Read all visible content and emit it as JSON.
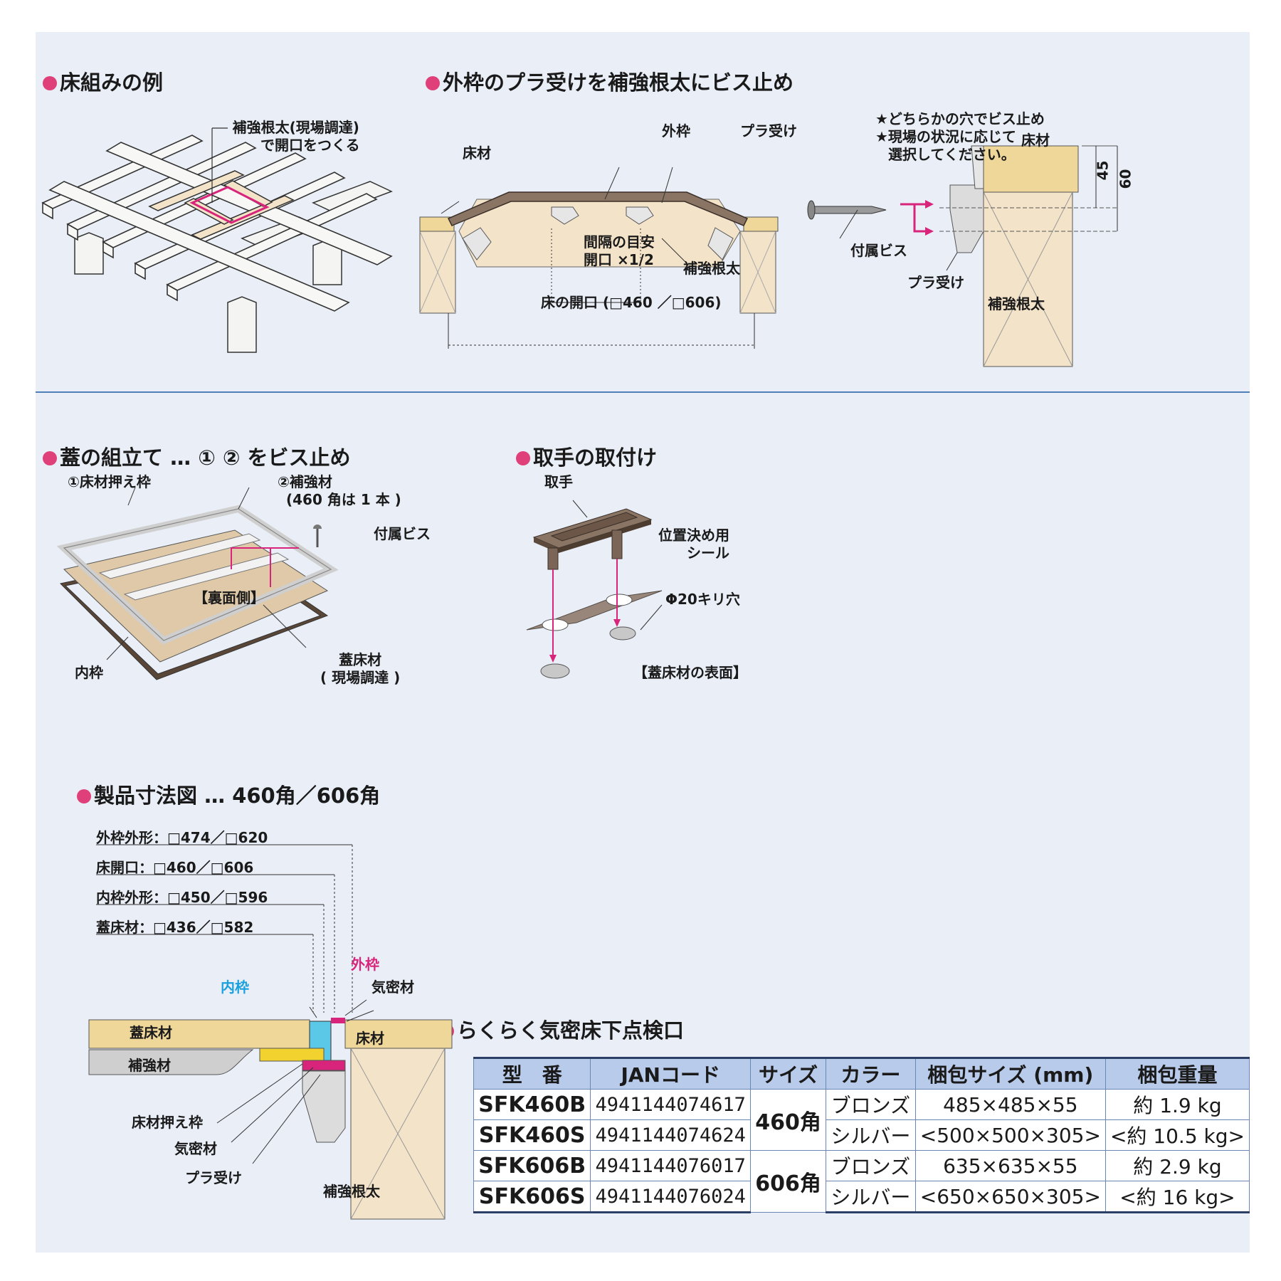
{
  "sections": {
    "floor_frame": "床組みの例",
    "screw_frame": "外枠のプラ受けを補強根太にビス止め",
    "lid_assembly": "蓋の組立て … ① ② をビス止め",
    "handle": "取手の取付け",
    "dimensions": "製品寸法図 … 460角／606角",
    "product": "らくらく気密床下点検口"
  },
  "floor_frame": {
    "callout_1": "補強根太(現場調達)",
    "callout_2": "で開口をつくる"
  },
  "screw_frame": {
    "floor_material": "床材",
    "outer_frame": "外枠",
    "plastic_receiver": "プラ受け",
    "interval_1": "間隔の目安",
    "interval_2": "開口 ×1/2",
    "reinforcing_joist": "補強根太",
    "opening": "床の開口 (□460 ／□606)",
    "note_1": "★どちらかの穴でビス止め",
    "note_2": "★現場の状況に応じて",
    "note_3": "選択してください。",
    "detail_floor": "床材",
    "dim_45": "45",
    "dim_60": "60",
    "screw": "付属ビス",
    "detail_receiver": "プラ受け",
    "detail_joist": "補強根太"
  },
  "lid_assembly": {
    "part1": "①床材押え枠",
    "part2": "②補強材",
    "part2_note": "(460 角は 1 本 )",
    "screw": "付属ビス",
    "back_side": "【裏面側】",
    "inner_frame": "内枠",
    "lid_material_1": "蓋床材",
    "lid_material_2": "( 現場調達 )"
  },
  "handle": {
    "handle": "取手",
    "seal_1": "位置決め用",
    "seal_2": "シール",
    "hole": "Φ20キリ穴",
    "surface": "【蓋床材の表面】"
  },
  "dimensions": {
    "outer": "外枠外形：□474／□620",
    "opening": "床開口：□460／□606",
    "inner": "内枠外形：□450／□596",
    "lid": "蓋床材：□436／□582",
    "outer_frame": "外枠",
    "inner_frame": "内枠",
    "airtight": "気密材",
    "lid_material": "蓋床材",
    "floor": "床材",
    "reinforcement": "補強材",
    "press_frame": "床材押え枠",
    "airtight2": "気密材",
    "receiver": "プラ受け",
    "joist": "補強根太"
  },
  "table": {
    "headers": [
      "型　番",
      "JANコード",
      "サイズ",
      "カラー",
      "梱包サイズ (mm)",
      "梱包重量"
    ],
    "rows": [
      {
        "model": "SFK460B",
        "jan": "4941144074617",
        "color": "ブロンズ",
        "pack": "485×485×55",
        "weight": "約 1.9 kg"
      },
      {
        "model": "SFK460S",
        "jan": "4941144074624",
        "color": "シルバー",
        "pack": "<500×500×305>",
        "weight": "<約 10.5 kg>"
      },
      {
        "model": "SFK606B",
        "jan": "4941144076017",
        "color": "ブロンズ",
        "pack": "635×635×55",
        "weight": "約 2.9 kg"
      },
      {
        "model": "SFK606S",
        "jan": "4941144076024",
        "color": "シルバー",
        "pack": "<650×650×305>",
        "weight": "<約 16 kg>"
      }
    ],
    "size_460": "460角",
    "size_606": "606角"
  },
  "colors": {
    "accent_pink": "#e0407a",
    "magenta": "#d8247a",
    "cyan": "#1aa0dd",
    "background": "#e9eef7",
    "table_header": "#b9cbea"
  }
}
